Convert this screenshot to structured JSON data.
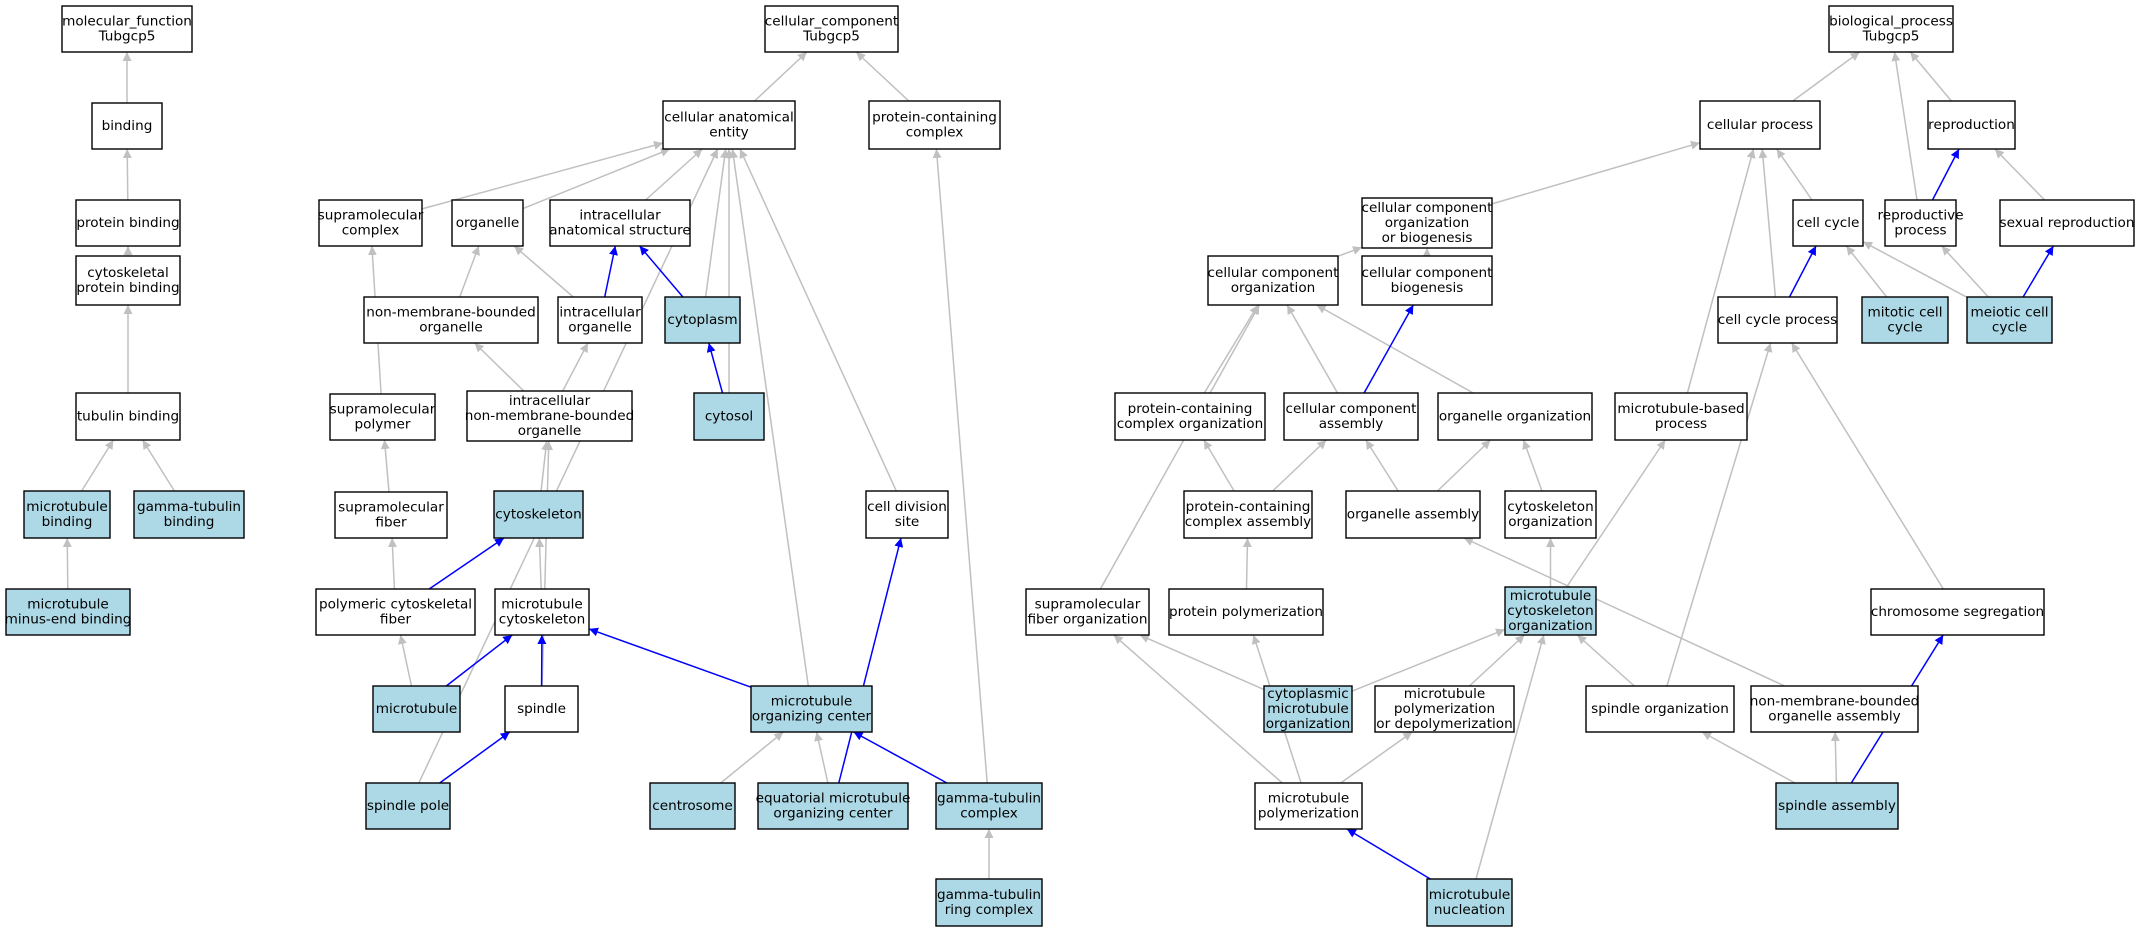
{
  "colors": {
    "highlight_fill": "#add8e6",
    "plain_fill": "#ffffff",
    "edge_gray": "#c0c0c0",
    "edge_blue": "#0000ff",
    "border": "#000000"
  },
  "nodes": [
    {
      "id": "mf",
      "lines": [
        "molecular_function",
        "Tubgcp5"
      ],
      "highlight": false
    },
    {
      "id": "binding",
      "lines": [
        "binding"
      ],
      "highlight": false
    },
    {
      "id": "protbind",
      "lines": [
        "protein binding"
      ],
      "highlight": false
    },
    {
      "id": "cytoskbind",
      "lines": [
        "cytoskeletal",
        "protein binding"
      ],
      "highlight": false
    },
    {
      "id": "tubbind",
      "lines": [
        "tubulin binding"
      ],
      "highlight": false
    },
    {
      "id": "mtbind",
      "lines": [
        "microtubule",
        "binding"
      ],
      "highlight": true
    },
    {
      "id": "gtbind",
      "lines": [
        "gamma-tubulin",
        "binding"
      ],
      "highlight": true
    },
    {
      "id": "mtminus",
      "lines": [
        "microtubule",
        "minus-end binding"
      ],
      "highlight": true
    },
    {
      "id": "cc",
      "lines": [
        "cellular_component",
        "Tubgcp5"
      ],
      "highlight": false
    },
    {
      "id": "cae",
      "lines": [
        "cellular anatomical",
        "entity"
      ],
      "highlight": false
    },
    {
      "id": "pcc",
      "lines": [
        "protein-containing",
        "complex"
      ],
      "highlight": false
    },
    {
      "id": "supracomplex",
      "lines": [
        "supramolecular",
        "complex"
      ],
      "highlight": false
    },
    {
      "id": "organelle",
      "lines": [
        "organelle"
      ],
      "highlight": false
    },
    {
      "id": "ias",
      "lines": [
        "intracellular",
        "anatomical structure"
      ],
      "highlight": false
    },
    {
      "id": "nmbo",
      "lines": [
        "non-membrane-bounded",
        "organelle"
      ],
      "highlight": false
    },
    {
      "id": "intraorg",
      "lines": [
        "intracellular",
        "organelle"
      ],
      "highlight": false
    },
    {
      "id": "cytoplasm",
      "lines": [
        "cytoplasm"
      ],
      "highlight": true
    },
    {
      "id": "suprapoly",
      "lines": [
        "supramolecular",
        "polymer"
      ],
      "highlight": false
    },
    {
      "id": "inmbo",
      "lines": [
        "intracellular",
        "non-membrane-bounded",
        "organelle"
      ],
      "highlight": false
    },
    {
      "id": "cytosol",
      "lines": [
        "cytosol"
      ],
      "highlight": true
    },
    {
      "id": "suprafiber",
      "lines": [
        "supramolecular",
        "fiber"
      ],
      "highlight": false
    },
    {
      "id": "cytoskeleton",
      "lines": [
        "cytoskeleton"
      ],
      "highlight": true
    },
    {
      "id": "celldivsite",
      "lines": [
        "cell division",
        "site"
      ],
      "highlight": false
    },
    {
      "id": "polyfiber",
      "lines": [
        "polymeric cytoskeletal",
        "fiber"
      ],
      "highlight": false
    },
    {
      "id": "mtcytosk",
      "lines": [
        "microtubule",
        "cytoskeleton"
      ],
      "highlight": false
    },
    {
      "id": "microtubule",
      "lines": [
        "microtubule"
      ],
      "highlight": true
    },
    {
      "id": "spindle",
      "lines": [
        "spindle"
      ],
      "highlight": false
    },
    {
      "id": "mtoc",
      "lines": [
        "microtubule",
        "organizing center"
      ],
      "highlight": true
    },
    {
      "id": "spindlepole",
      "lines": [
        "spindle pole"
      ],
      "highlight": true
    },
    {
      "id": "centrosome",
      "lines": [
        "centrosome"
      ],
      "highlight": true
    },
    {
      "id": "eqmtoc",
      "lines": [
        "equatorial microtubule",
        "organizing center"
      ],
      "highlight": true
    },
    {
      "id": "gtcomplex",
      "lines": [
        "gamma-tubulin",
        "complex"
      ],
      "highlight": true
    },
    {
      "id": "gtring",
      "lines": [
        "gamma-tubulin",
        "ring complex"
      ],
      "highlight": true
    },
    {
      "id": "bp",
      "lines": [
        "biological_process",
        "Tubgcp5"
      ],
      "highlight": false
    },
    {
      "id": "cellproc",
      "lines": [
        "cellular process"
      ],
      "highlight": false
    },
    {
      "id": "reproduction",
      "lines": [
        "reproduction"
      ],
      "highlight": false
    },
    {
      "id": "ccob",
      "lines": [
        "cellular component",
        "organization",
        "or biogenesis"
      ],
      "highlight": false
    },
    {
      "id": "cellcycle",
      "lines": [
        "cell cycle"
      ],
      "highlight": false
    },
    {
      "id": "reprocess",
      "lines": [
        "reproductive",
        "process"
      ],
      "highlight": false
    },
    {
      "id": "sexrepro",
      "lines": [
        "sexual reproduction"
      ],
      "highlight": false
    },
    {
      "id": "cco",
      "lines": [
        "cellular component",
        "organization"
      ],
      "highlight": false
    },
    {
      "id": "ccb",
      "lines": [
        "cellular component",
        "biogenesis"
      ],
      "highlight": false
    },
    {
      "id": "ccproc",
      "lines": [
        "cell cycle process"
      ],
      "highlight": false
    },
    {
      "id": "mitotic",
      "lines": [
        "mitotic cell",
        "cycle"
      ],
      "highlight": true
    },
    {
      "id": "meiotic",
      "lines": [
        "meiotic cell",
        "cycle"
      ],
      "highlight": true
    },
    {
      "id": "pcco",
      "lines": [
        "protein-containing",
        "complex organization"
      ],
      "highlight": false
    },
    {
      "id": "cca",
      "lines": [
        "cellular component",
        "assembly"
      ],
      "highlight": false
    },
    {
      "id": "orgorg",
      "lines": [
        "organelle organization"
      ],
      "highlight": false
    },
    {
      "id": "mtbp",
      "lines": [
        "microtubule-based",
        "process"
      ],
      "highlight": false
    },
    {
      "id": "pcca",
      "lines": [
        "protein-containing",
        "complex assembly"
      ],
      "highlight": false
    },
    {
      "id": "orgasm",
      "lines": [
        "organelle assembly"
      ],
      "highlight": false
    },
    {
      "id": "cytoskorg",
      "lines": [
        "cytoskeleton",
        "organization"
      ],
      "highlight": false
    },
    {
      "id": "suprafiberorg",
      "lines": [
        "supramolecular",
        "fiber organization"
      ],
      "highlight": false
    },
    {
      "id": "protpoly",
      "lines": [
        "protein polymerization"
      ],
      "highlight": false
    },
    {
      "id": "mtco",
      "lines": [
        "microtubule",
        "cytoskeleton",
        "organization"
      ],
      "highlight": true
    },
    {
      "id": "chromseg",
      "lines": [
        "chromosome segregation"
      ],
      "highlight": false
    },
    {
      "id": "cytomtorg",
      "lines": [
        "cytoplasmic",
        "microtubule",
        "organization"
      ],
      "highlight": true
    },
    {
      "id": "mtpd",
      "lines": [
        "microtubule",
        "polymerization",
        "or depolymerization"
      ],
      "highlight": false
    },
    {
      "id": "spindleorg",
      "lines": [
        "spindle organization"
      ],
      "highlight": false
    },
    {
      "id": "nmboa",
      "lines": [
        "non-membrane-bounded",
        "organelle assembly"
      ],
      "highlight": false
    },
    {
      "id": "mtpoly",
      "lines": [
        "microtubule",
        "polymerization"
      ],
      "highlight": false
    },
    {
      "id": "spindleasm",
      "lines": [
        "spindle assembly"
      ],
      "highlight": true
    },
    {
      "id": "mtnuc",
      "lines": [
        "microtubule",
        "nucleation"
      ],
      "highlight": true
    }
  ],
  "edges": [
    {
      "from": "binding",
      "to": "mf",
      "color": "gray"
    },
    {
      "from": "protbind",
      "to": "binding",
      "color": "gray"
    },
    {
      "from": "cytoskbind",
      "to": "protbind",
      "color": "gray"
    },
    {
      "from": "tubbind",
      "to": "cytoskbind",
      "color": "gray"
    },
    {
      "from": "mtbind",
      "to": "tubbind",
      "color": "gray"
    },
    {
      "from": "gtbind",
      "to": "tubbind",
      "color": "gray"
    },
    {
      "from": "mtminus",
      "to": "mtbind",
      "color": "gray"
    },
    {
      "from": "cae",
      "to": "cc",
      "color": "gray"
    },
    {
      "from": "pcc",
      "to": "cc",
      "color": "gray"
    },
    {
      "from": "supracomplex",
      "to": "cae",
      "color": "gray"
    },
    {
      "from": "organelle",
      "to": "cae",
      "color": "gray"
    },
    {
      "from": "ias",
      "to": "cae",
      "color": "gray"
    },
    {
      "from": "cytoplasm",
      "to": "cae",
      "color": "gray"
    },
    {
      "from": "cytosol",
      "to": "cae",
      "color": "gray"
    },
    {
      "from": "mtoc",
      "to": "cae",
      "color": "gray"
    },
    {
      "from": "celldivsite",
      "to": "cae",
      "color": "gray"
    },
    {
      "from": "spindlepole",
      "to": "cae",
      "color": "gray"
    },
    {
      "from": "nmbo",
      "to": "organelle",
      "color": "gray"
    },
    {
      "from": "intraorg",
      "to": "organelle",
      "color": "gray"
    },
    {
      "from": "intraorg",
      "to": "ias",
      "color": "blue"
    },
    {
      "from": "cytoplasm",
      "to": "ias",
      "color": "blue"
    },
    {
      "from": "cytosol",
      "to": "cytoplasm",
      "color": "blue"
    },
    {
      "from": "suprapoly",
      "to": "supracomplex",
      "color": "gray"
    },
    {
      "from": "inmbo",
      "to": "nmbo",
      "color": "gray"
    },
    {
      "from": "inmbo",
      "to": "intraorg",
      "color": "gray"
    },
    {
      "from": "suprafiber",
      "to": "suprapoly",
      "color": "gray"
    },
    {
      "from": "cytoskeleton",
      "to": "inmbo",
      "color": "gray"
    },
    {
      "from": "spindle",
      "to": "inmbo",
      "color": "gray"
    },
    {
      "from": "polyfiber",
      "to": "suprafiber",
      "color": "gray"
    },
    {
      "from": "polyfiber",
      "to": "cytoskeleton",
      "color": "blue"
    },
    {
      "from": "mtcytosk",
      "to": "cytoskeleton",
      "color": "gray"
    },
    {
      "from": "microtubule",
      "to": "polyfiber",
      "color": "gray"
    },
    {
      "from": "microtubule",
      "to": "mtcytosk",
      "color": "blue"
    },
    {
      "from": "spindle",
      "to": "mtcytosk",
      "color": "blue"
    },
    {
      "from": "mtoc",
      "to": "mtcytosk",
      "color": "blue"
    },
    {
      "from": "spindlepole",
      "to": "spindle",
      "color": "blue"
    },
    {
      "from": "centrosome",
      "to": "mtoc",
      "color": "gray"
    },
    {
      "from": "eqmtoc",
      "to": "mtoc",
      "color": "gray"
    },
    {
      "from": "gtcomplex",
      "to": "mtoc",
      "color": "blue"
    },
    {
      "from": "eqmtoc",
      "to": "celldivsite",
      "color": "blue"
    },
    {
      "from": "gtcomplex",
      "to": "pcc",
      "color": "gray"
    },
    {
      "from": "gtring",
      "to": "gtcomplex",
      "color": "gray"
    },
    {
      "from": "cellproc",
      "to": "bp",
      "color": "gray"
    },
    {
      "from": "reproduction",
      "to": "bp",
      "color": "gray"
    },
    {
      "from": "reprocess",
      "to": "bp",
      "color": "gray"
    },
    {
      "from": "ccob",
      "to": "cellproc",
      "color": "gray"
    },
    {
      "from": "cellcycle",
      "to": "cellproc",
      "color": "gray"
    },
    {
      "from": "ccproc",
      "to": "cellproc",
      "color": "gray"
    },
    {
      "from": "mtbp",
      "to": "cellproc",
      "color": "gray"
    },
    {
      "from": "reprocess",
      "to": "reproduction",
      "color": "blue"
    },
    {
      "from": "sexrepro",
      "to": "reproduction",
      "color": "gray"
    },
    {
      "from": "cco",
      "to": "ccob",
      "color": "gray"
    },
    {
      "from": "ccb",
      "to": "ccob",
      "color": "gray"
    },
    {
      "from": "ccproc",
      "to": "cellcycle",
      "color": "blue"
    },
    {
      "from": "mitotic",
      "to": "cellcycle",
      "color": "gray"
    },
    {
      "from": "meiotic",
      "to": "cellcycle",
      "color": "gray"
    },
    {
      "from": "meiotic",
      "to": "reprocess",
      "color": "gray"
    },
    {
      "from": "meiotic",
      "to": "sexrepro",
      "color": "blue"
    },
    {
      "from": "pcco",
      "to": "cco",
      "color": "gray"
    },
    {
      "from": "cca",
      "to": "cco",
      "color": "gray"
    },
    {
      "from": "orgorg",
      "to": "cco",
      "color": "gray"
    },
    {
      "from": "suprafiberorg",
      "to": "cco",
      "color": "gray"
    },
    {
      "from": "cca",
      "to": "ccb",
      "color": "blue"
    },
    {
      "from": "spindleorg",
      "to": "ccproc",
      "color": "gray"
    },
    {
      "from": "chromseg",
      "to": "ccproc",
      "color": "gray"
    },
    {
      "from": "pcca",
      "to": "pcco",
      "color": "gray"
    },
    {
      "from": "pcca",
      "to": "cca",
      "color": "gray"
    },
    {
      "from": "orgasm",
      "to": "cca",
      "color": "gray"
    },
    {
      "from": "orgasm",
      "to": "orgorg",
      "color": "gray"
    },
    {
      "from": "cytoskorg",
      "to": "orgorg",
      "color": "gray"
    },
    {
      "from": "mtco",
      "to": "mtbp",
      "color": "gray"
    },
    {
      "from": "protpoly",
      "to": "pcca",
      "color": "gray"
    },
    {
      "from": "nmboa",
      "to": "orgasm",
      "color": "gray"
    },
    {
      "from": "mtco",
      "to": "cytoskorg",
      "color": "gray"
    },
    {
      "from": "cytomtorg",
      "to": "suprafiberorg",
      "color": "gray"
    },
    {
      "from": "mtpoly",
      "to": "suprafiberorg",
      "color": "gray"
    },
    {
      "from": "mtpoly",
      "to": "protpoly",
      "color": "gray"
    },
    {
      "from": "cytomtorg",
      "to": "mtco",
      "color": "gray"
    },
    {
      "from": "mtpd",
      "to": "mtco",
      "color": "gray"
    },
    {
      "from": "spindleorg",
      "to": "mtco",
      "color": "gray"
    },
    {
      "from": "mtnuc",
      "to": "mtco",
      "color": "gray"
    },
    {
      "from": "spindleasm",
      "to": "chromseg",
      "color": "blue"
    },
    {
      "from": "mtpoly",
      "to": "mtpd",
      "color": "gray"
    },
    {
      "from": "spindleasm",
      "to": "spindleorg",
      "color": "gray"
    },
    {
      "from": "spindleasm",
      "to": "nmboa",
      "color": "gray"
    },
    {
      "from": "mtnuc",
      "to": "mtpoly",
      "color": "blue"
    }
  ]
}
